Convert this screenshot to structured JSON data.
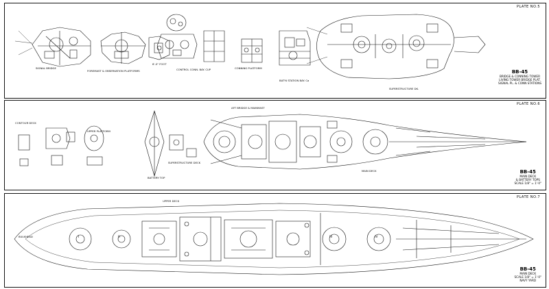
{
  "plates": {
    "p1": "PLATE NO.5",
    "p2": "PLATE NO.6",
    "p3": "PLATE NO.7"
  },
  "sheet1": {
    "labels": {
      "signal_bridge": "SIGNAL BRIDGE",
      "foremast_platforms": "FOREMAST & OBSERVATION PLATFORMS",
      "six_foot": "6'-0\" FOOT",
      "control_conn": "CONTROL CONN. BAY. CUP",
      "conning": "CONNING PLATFORM",
      "battle_sta": "BAT'N STATION BAY. Ca",
      "superstructure": "SUPERSTRUCTURE DK."
    },
    "title": {
      "line1": "BB-45",
      "line2": "BRIDGE & CONNING TOWER",
      "line3": "LIVING TOWER BRIDGE PLAT.",
      "line4": "SIGNAL PL. & CONN STATIONS"
    }
  },
  "sheet2": {
    "labels": {
      "contour": "CONTOUR DECK",
      "upper_platform": "UPPER PLATFORM",
      "battery_top": "BATTERY TOP",
      "super_deck": "SUPERSTRUCTURE DECK",
      "bridge_plat": "AFT BRIDGE & MAINMAST",
      "main_fwd": "MAIN DECK"
    },
    "title": {
      "line1": "BB-45",
      "line2": "MAIN DECK",
      "line3": "& BATTERY TOPS",
      "line4": "SCALE 1/8\" = 1'-0\""
    }
  },
  "sheet3": {
    "labels": {
      "upper_deck": "UPPER DECK",
      "bulkhead": "BULKHEAD",
      "turret1": "I",
      "turret2": "II",
      "turret3": "III",
      "turret4": "IV"
    },
    "title": {
      "line1": "BB-45",
      "line2": "MAIN DECK",
      "line3": "SCALE 1/8\" = 1'-0\"",
      "line4": "NAVY YARD"
    }
  }
}
